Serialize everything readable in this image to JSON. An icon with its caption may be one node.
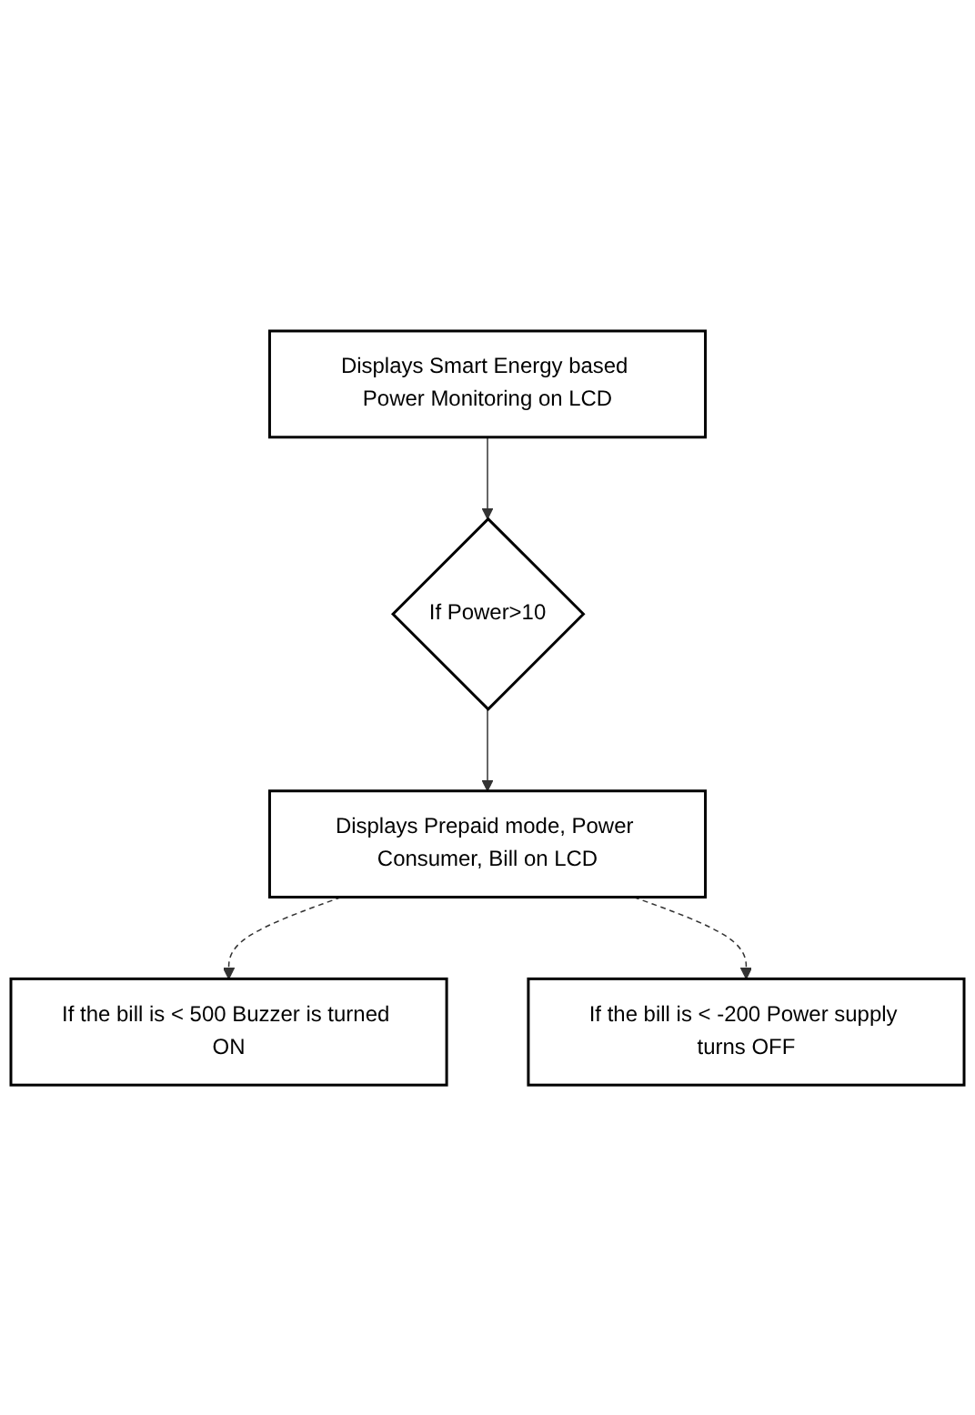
{
  "diagram": {
    "nodes": [
      {
        "text": [
          "Displays Smart Energy based Power Monitoring on LCD"
        ]
      },
      {
        "text": [
          "If Power>10"
        ]
      },
      {
        "text": [
          "Displays Prepaid mode, Power Consumer, Bill on LCD"
        ]
      },
      {
        "text": [
          "If the bill is < 500 Buzzer is turned ON"
        ]
      },
      {
        "text": [
          "If the bill is < -200 Power supply turns OFF"
        ]
      }
    ],
    "edges": [
      {
        "from": 0,
        "to": 1,
        "arrow": "to"
      },
      {
        "from": 1,
        "to": 2,
        "arrow": "to"
      },
      {
        "from": 2,
        "to": 3,
        "arrow": "to",
        "style": "dashed"
      },
      {
        "from": 2,
        "to": 4,
        "arrow": "to",
        "style": "dashed"
      }
    ]
  }
}
